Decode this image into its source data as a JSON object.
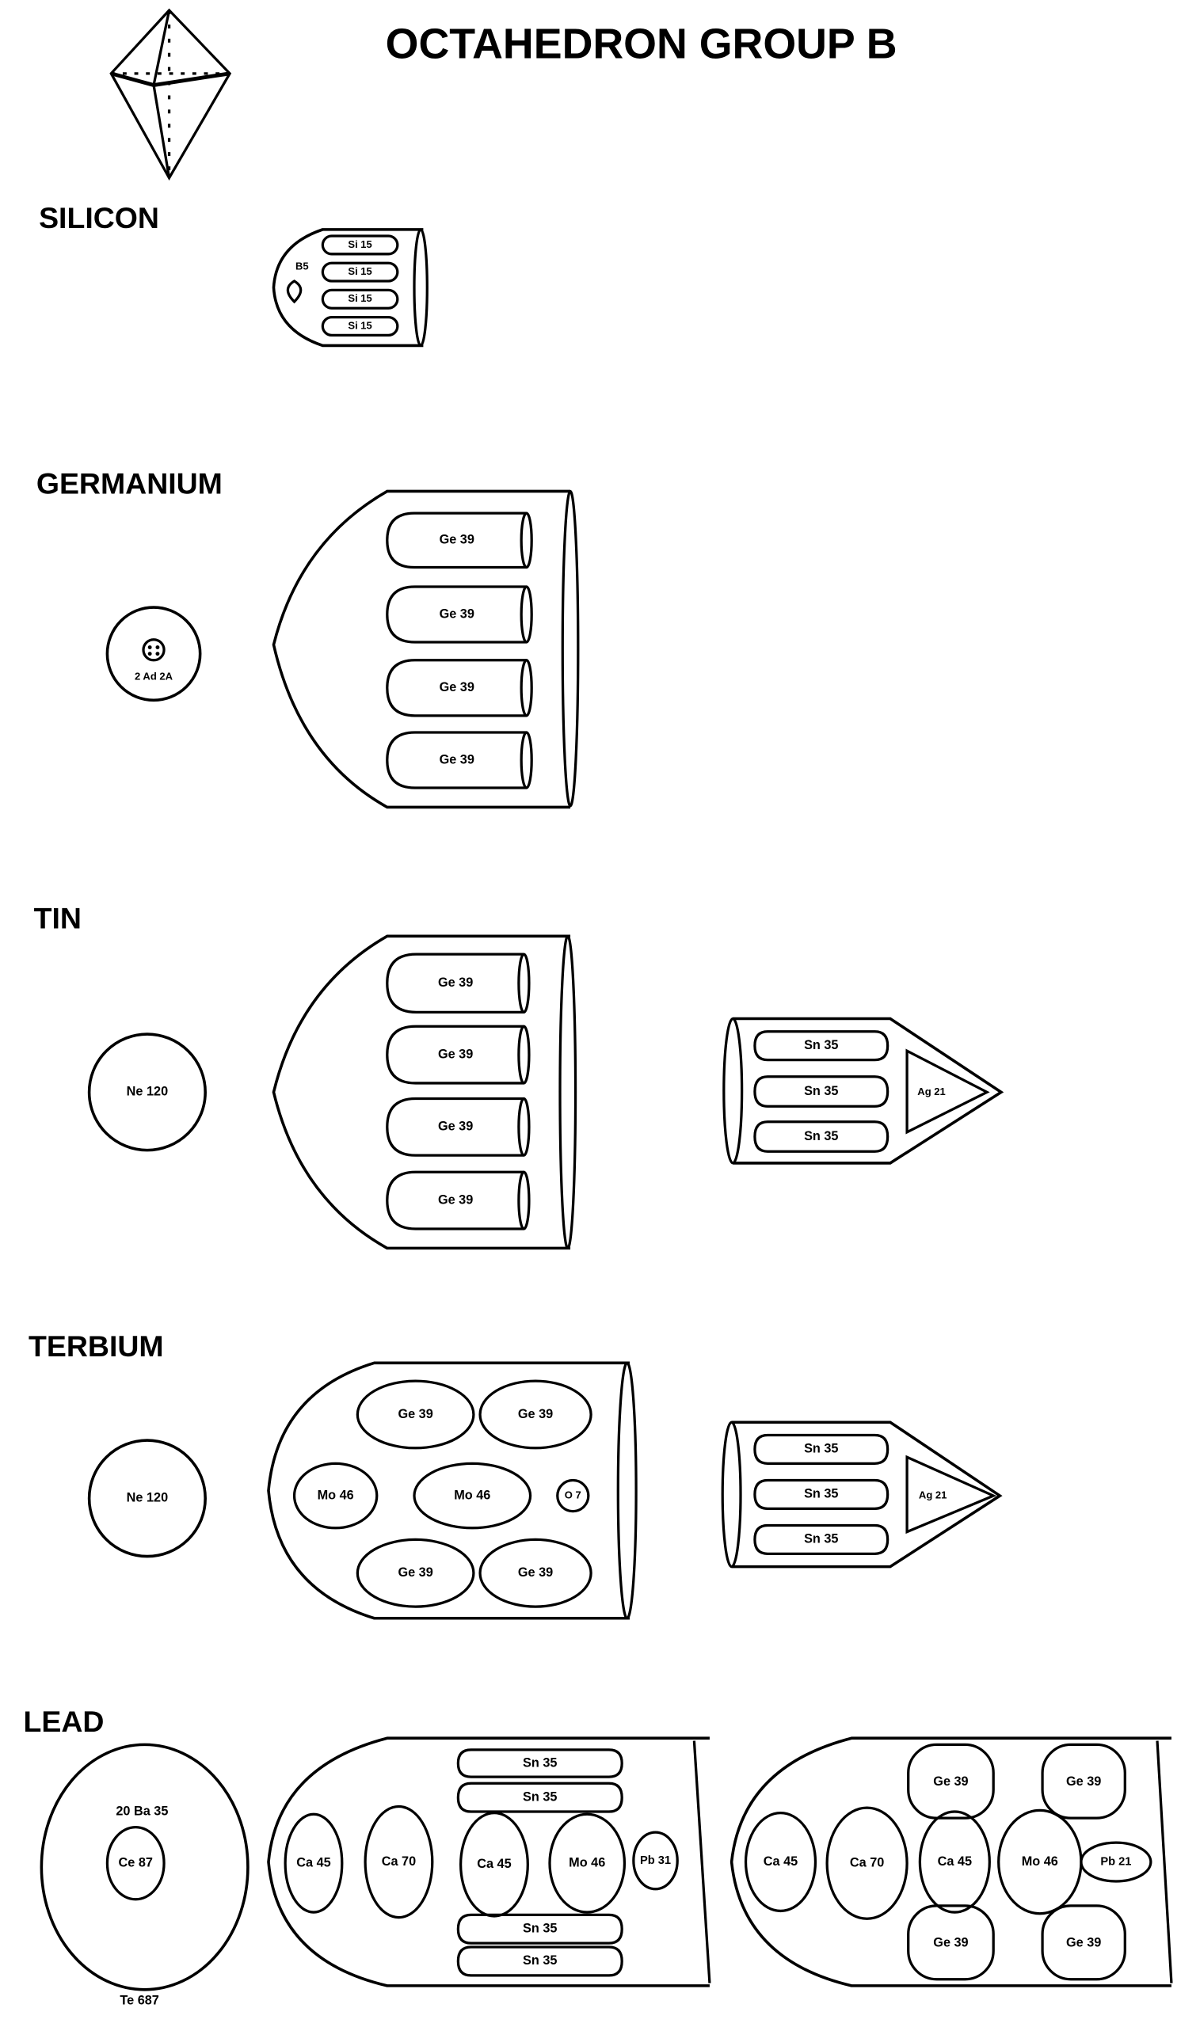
{
  "title": "OCTAHEDRON  GROUP B",
  "silicon": {
    "label": "SILICON",
    "core": "B5",
    "pills": [
      "Si 15",
      "Si 15",
      "Si 15",
      "Si 15"
    ]
  },
  "germanium": {
    "label": "GERMANIUM",
    "nucleus": "2 Ad 2A",
    "pills": [
      "Ge 39",
      "Ge 39",
      "Ge 39",
      "Ge 39"
    ]
  },
  "tin": {
    "label": "TIN",
    "nucleus": "Ne 120",
    "pills": [
      "Ge 39",
      "Ge 39",
      "Ge 39",
      "Ge 39"
    ],
    "arrow_pills": [
      "Sn 35",
      "Sn 35",
      "Sn 35"
    ],
    "tip": "Ag 21"
  },
  "terbium": {
    "label": "TERBIUM",
    "nucleus": "Ne 120",
    "units": [
      "Ge 39",
      "Ge 39",
      "Mo 46",
      "Mo 46",
      "O 7",
      "Ge 39",
      "Ge 39"
    ],
    "arrow_pills": [
      "Sn 35",
      "Sn 35",
      "Sn 35"
    ],
    "tip": "Ag 21"
  },
  "lead": {
    "label": "LEAD",
    "outer": "20 Ba 35",
    "inner": "Ce 87",
    "below": "Te 687",
    "capsule1": {
      "pills": [
        "Sn 35",
        "Sn 35",
        "Sn 35",
        "Sn 35"
      ],
      "units": [
        "Ca 45",
        "Ca 70",
        "Ca 45",
        "Mo 46",
        "Pb 31"
      ]
    },
    "capsule2": {
      "blocks": [
        "Ge 39",
        "Ge 39",
        "Ge 39",
        "Ge 39"
      ],
      "units": [
        "Ca 45",
        "Ca 70",
        "Ca 45",
        "Mo 46",
        "Pb 21"
      ]
    }
  }
}
